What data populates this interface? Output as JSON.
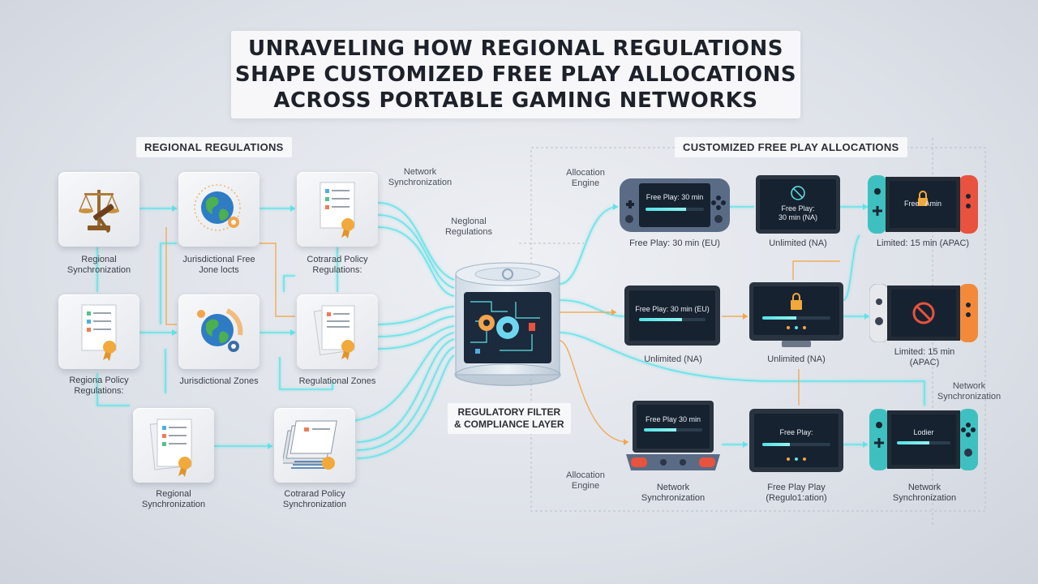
{
  "title": {
    "line1": "UNRAVELING HOW REGIONAL REGULATIONS",
    "line2": "SHAPE CUSTOMIZED FREE PLAY ALLOCATIONS",
    "line3": "ACROSS PORTABLE GAMING NETWORKS"
  },
  "sections": {
    "left": "REGIONAL REGULATIONS",
    "right": "CUSTOMIZED FREE PLAY ALLOCATIONS"
  },
  "left_tiles": [
    {
      "caption": "Regional\nSynchronization",
      "icon": "scales-gavel-icon"
    },
    {
      "caption": "Jurisdictional Free\nJone locts",
      "icon": "globe-gear-icon"
    },
    {
      "caption": "Cotrarad Policy\nRegulations:",
      "icon": "policy-document-icon"
    },
    {
      "caption": "Regiona Policy\nRegulations:",
      "icon": "policy-document-icon"
    },
    {
      "caption": "Jurisdictional Zones",
      "icon": "globe-gear-icon"
    },
    {
      "caption": "Regulational Zones",
      "icon": "document-stack-icon"
    },
    {
      "caption": "Regional\nSynchronization",
      "icon": "policy-document-icon"
    },
    {
      "caption": "Cotrarad Policy\nSynchronization",
      "icon": "document-stack-icon"
    }
  ],
  "floating_labels": {
    "network_sync_top": "Network\nSynchronization",
    "regional_regulations": "Neglonal\nRegulations",
    "allocation_engine_top": "Allocation\nEngine",
    "allocation_engine_bottom": "Allocation\nEngine",
    "network_sync_right": "Network\nSynchronization"
  },
  "core": {
    "label_line1": "REGULATORY FILTER",
    "label_line2": "& COMPLIANCE LAYER"
  },
  "devices": [
    {
      "type": "handheld-blue",
      "screen": "Free Play: 30 min",
      "caption": "Free Play: 30 min (EU)",
      "progress": 0.7
    },
    {
      "type": "tablet",
      "screen": "Free Play:\n30 min (NA)",
      "caption": "Unlimited (NA)",
      "icon": "no-timer-icon"
    },
    {
      "type": "handheld-switch",
      "screen": "Free   Amin",
      "caption": "Limited: 15 min (APAC)",
      "icon": "lock-icon"
    },
    {
      "type": "tablet",
      "screen": "Free Play: 30 min (EU)",
      "caption": "Unlimited (NA)",
      "progress": 0.65
    },
    {
      "type": "monitor",
      "screen": "",
      "caption": "Unlimited (NA)",
      "icon": "lock-icon",
      "progress": 0.5
    },
    {
      "type": "handheld-orange",
      "screen": "",
      "caption": "Limited: 15 min\n(APAC)",
      "icon": "prohibited-icon"
    },
    {
      "type": "laptop",
      "screen": "Free Play 30 min",
      "caption": "Network\nSynchronization",
      "progress": 0.55
    },
    {
      "type": "tablet",
      "screen": "Free Play:",
      "caption": "Free Play Play\n(Regulo1:ation)",
      "progress": 0.4
    },
    {
      "type": "handheld-switch",
      "screen": "Lodier",
      "caption": "Network\nSynchronization",
      "progress": 0.6
    }
  ],
  "colors": {
    "cyan": "#5fe3e8",
    "orange": "#f2a54a",
    "screen": "#172230",
    "accent_red": "#e8523e"
  }
}
